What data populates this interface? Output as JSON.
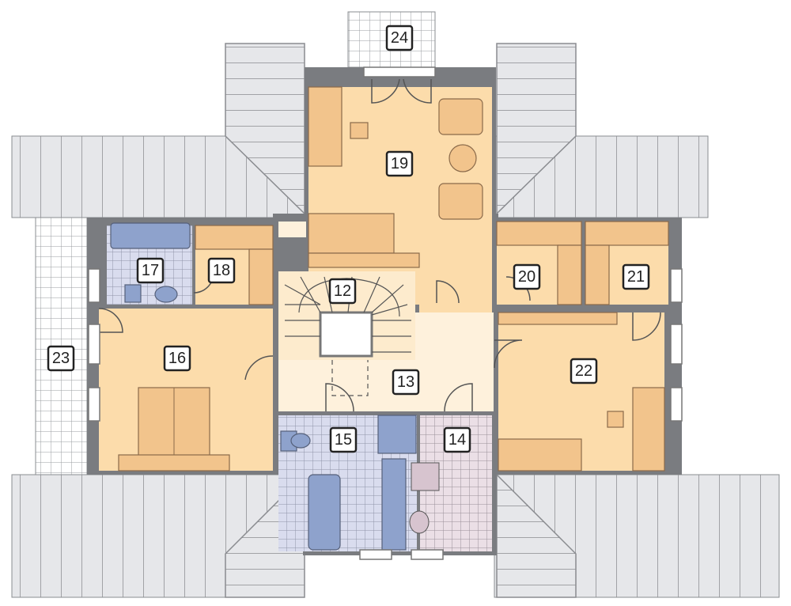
{
  "plan": {
    "title": "Attic floor plan",
    "rooms": {
      "r12": "12",
      "r13": "13",
      "r14": "14",
      "r15": "15",
      "r16": "16",
      "r17": "17",
      "r18": "18",
      "r19": "19",
      "r20": "20",
      "r21": "21",
      "r22": "22",
      "r23": "23",
      "r24": "24"
    },
    "colors": {
      "room": "#fcdcab",
      "hall": "#fef1dc",
      "bath_tile": "#d9dcee",
      "wc_tile": "#ebdfe6",
      "wall": "#7a7c80",
      "roof": "#e6e7ea",
      "fixture": "#8ea2cc",
      "furniture": "#f2c48c"
    }
  }
}
